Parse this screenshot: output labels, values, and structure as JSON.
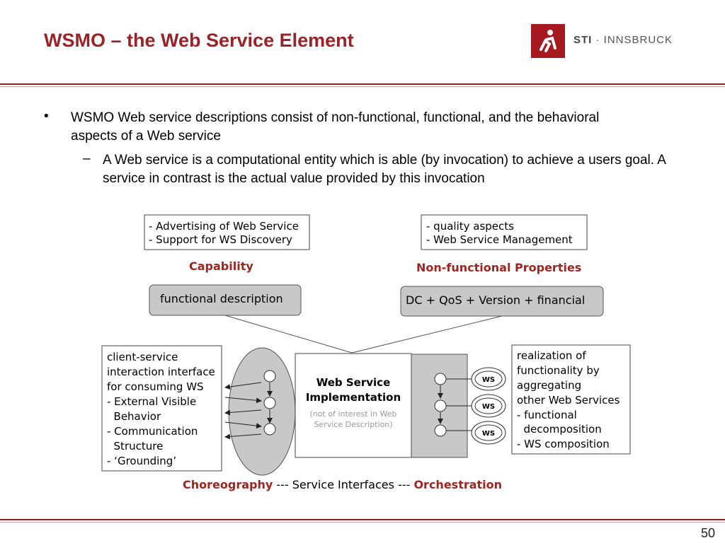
{
  "slide": {
    "title": "WSMO – the Web Service Element",
    "logo_text_strong": "STI",
    "logo_text_rest": " · INNSBRUCK",
    "bullet_symbol": "•",
    "bullet1": "WSMO Web service descriptions consist of non-functional, functional, and the behavioral aspects of a Web service",
    "dash_symbol": "–",
    "bullet2": "A Web service is a computational entity which is able (by invocation) to achieve a users goal. A service in contrast is the actual value provided by this invocation",
    "page_number": "50"
  },
  "diagram": {
    "cap_box_lines": [
      "- Advertising of Web Service",
      "- Support for WS Discovery"
    ],
    "cap_label": "Capability",
    "cap_func": "functional description",
    "nfp_box_lines": [
      "- quality aspects",
      "- Web Service Management"
    ],
    "nfp_label": "Non-functional Properties",
    "nfp_func": "DC + QoS + Version + financial",
    "choreo_lines": [
      "client-service",
      "interaction interface",
      "for consuming WS",
      "- External Visible",
      "  Behavior",
      "- Communication",
      "  Structure",
      "- ‘Grounding’"
    ],
    "ws_impl_lines": [
      "Web Service",
      "Implementation"
    ],
    "ws_note_lines": [
      "(not of interest in Web",
      "Service Description)"
    ],
    "orch_lines": [
      "realization of",
      "functionality by",
      "aggregating",
      "other Web Services",
      "- functional",
      "  decomposition",
      "- WS composition"
    ],
    "ws_badge": "WS",
    "bottom_choreo": "Choreography",
    "bottom_mid": " --- Service Interfaces --- ",
    "bottom_orch": "Orchestration",
    "colors": {
      "accent": "#9b2226",
      "label_red": "#a02420",
      "gray_fill": "#c8c8c8"
    }
  }
}
